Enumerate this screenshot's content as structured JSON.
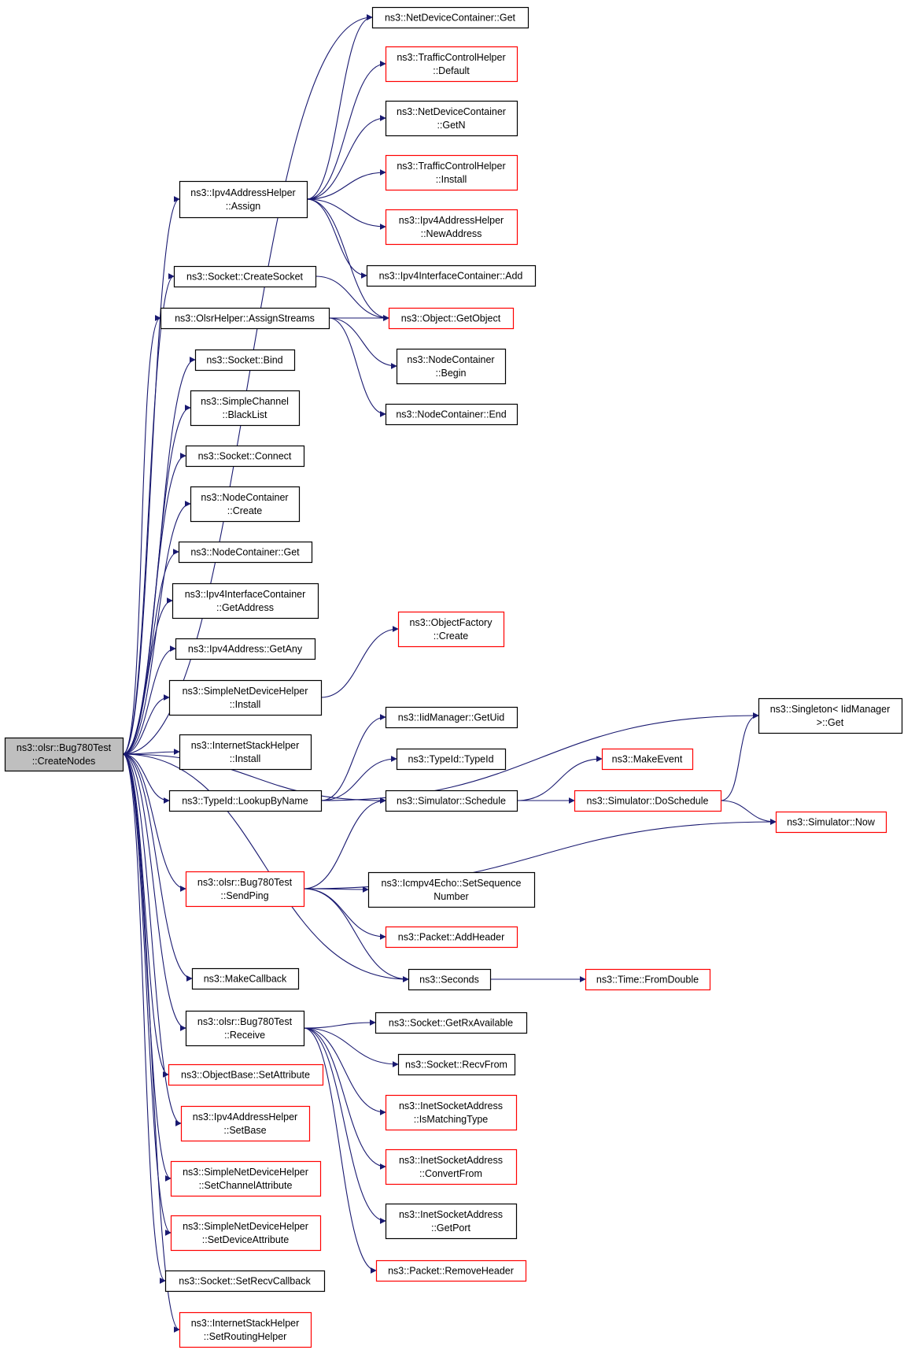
{
  "colors": {
    "edge": "#191970",
    "node_border_default": "#000000",
    "node_border_truncated": "#ff0000",
    "root_fill": "#bfbfbf",
    "background": "#ffffff"
  },
  "root": {
    "id": "root",
    "lines": [
      "ns3::olsr::Bug780Test",
      "::CreateNodes"
    ]
  },
  "nodes": [
    {
      "id": "ndc_get",
      "lines": [
        "ns3::NetDeviceContainer::Get"
      ],
      "truncated": false
    },
    {
      "id": "tch_default",
      "lines": [
        "ns3::TrafficControlHelper",
        "::Default"
      ],
      "truncated": true
    },
    {
      "id": "ndc_getn",
      "lines": [
        "ns3::NetDeviceContainer",
        "::GetN"
      ],
      "truncated": false
    },
    {
      "id": "tch_install",
      "lines": [
        "ns3::TrafficControlHelper",
        "::Install"
      ],
      "truncated": true
    },
    {
      "id": "ipv4ah_assign",
      "lines": [
        "ns3::Ipv4AddressHelper",
        "::Assign"
      ],
      "truncated": false
    },
    {
      "id": "ipv4ah_newaddr",
      "lines": [
        "ns3::Ipv4AddressHelper",
        "::NewAddress"
      ],
      "truncated": true
    },
    {
      "id": "ipv4ic_add",
      "lines": [
        "ns3::Ipv4InterfaceContainer::Add"
      ],
      "truncated": false
    },
    {
      "id": "socket_create",
      "lines": [
        "ns3::Socket::CreateSocket"
      ],
      "truncated": false
    },
    {
      "id": "olsr_assign",
      "lines": [
        "ns3::OlsrHelper::AssignStreams"
      ],
      "truncated": false
    },
    {
      "id": "object_getobject",
      "lines": [
        "ns3::Object::GetObject"
      ],
      "truncated": true
    },
    {
      "id": "nc_begin",
      "lines": [
        "ns3::NodeContainer",
        "::Begin"
      ],
      "truncated": false
    },
    {
      "id": "socket_bind",
      "lines": [
        "ns3::Socket::Bind"
      ],
      "truncated": false
    },
    {
      "id": "nc_end",
      "lines": [
        "ns3::NodeContainer::End"
      ],
      "truncated": false
    },
    {
      "id": "sc_blacklist",
      "lines": [
        "ns3::SimpleChannel",
        "::BlackList"
      ],
      "truncated": false
    },
    {
      "id": "socket_connect",
      "lines": [
        "ns3::Socket::Connect"
      ],
      "truncated": false
    },
    {
      "id": "nc_create",
      "lines": [
        "ns3::NodeContainer",
        "::Create"
      ],
      "truncated": false
    },
    {
      "id": "nc_get",
      "lines": [
        "ns3::NodeContainer::Get"
      ],
      "truncated": false
    },
    {
      "id": "ipv4ic_getaddr",
      "lines": [
        "ns3::Ipv4InterfaceContainer",
        "::GetAddress"
      ],
      "truncated": false
    },
    {
      "id": "of_create",
      "lines": [
        "ns3::ObjectFactory",
        "::Create"
      ],
      "truncated": true
    },
    {
      "id": "ipv4a_getany",
      "lines": [
        "ns3::Ipv4Address::GetAny"
      ],
      "truncated": false
    },
    {
      "id": "sndh_install",
      "lines": [
        "ns3::SimpleNetDeviceHelper",
        "::Install"
      ],
      "truncated": false
    },
    {
      "id": "singleton_get",
      "lines": [
        "ns3::Singleton< IidManager",
        ">::Get"
      ],
      "truncated": false
    },
    {
      "id": "iid_getuid",
      "lines": [
        "ns3::IidManager::GetUid"
      ],
      "truncated": false
    },
    {
      "id": "ish_install",
      "lines": [
        "ns3::InternetStackHelper",
        "::Install"
      ],
      "truncated": false
    },
    {
      "id": "typeid_typeid",
      "lines": [
        "ns3::TypeId::TypeId"
      ],
      "truncated": false
    },
    {
      "id": "makeevent",
      "lines": [
        "ns3::MakeEvent"
      ],
      "truncated": true
    },
    {
      "id": "typeid_lookup",
      "lines": [
        "ns3::TypeId::LookupByName"
      ],
      "truncated": false
    },
    {
      "id": "sim_schedule",
      "lines": [
        "ns3::Simulator::Schedule"
      ],
      "truncated": false
    },
    {
      "id": "sim_doschedule",
      "lines": [
        "ns3::Simulator::DoSchedule"
      ],
      "truncated": true
    },
    {
      "id": "sim_now",
      "lines": [
        "ns3::Simulator::Now"
      ],
      "truncated": true
    },
    {
      "id": "bug_sendping",
      "lines": [
        "ns3::olsr::Bug780Test",
        "::SendPing"
      ],
      "truncated": true
    },
    {
      "id": "icmp_setseq",
      "lines": [
        "ns3::Icmpv4Echo::SetSequence",
        "Number"
      ],
      "truncated": false
    },
    {
      "id": "packet_addheader",
      "lines": [
        "ns3::Packet::AddHeader"
      ],
      "truncated": true
    },
    {
      "id": "makecallback",
      "lines": [
        "ns3::MakeCallback"
      ],
      "truncated": false
    },
    {
      "id": "seconds",
      "lines": [
        "ns3::Seconds"
      ],
      "truncated": false
    },
    {
      "id": "time_fromdouble",
      "lines": [
        "ns3::Time::FromDouble"
      ],
      "truncated": true
    },
    {
      "id": "bug_receive",
      "lines": [
        "ns3::olsr::Bug780Test",
        "::Receive"
      ],
      "truncated": false
    },
    {
      "id": "socket_getrx",
      "lines": [
        "ns3::Socket::GetRxAvailable"
      ],
      "truncated": false
    },
    {
      "id": "socket_recvfrom",
      "lines": [
        "ns3::Socket::RecvFrom"
      ],
      "truncated": false
    },
    {
      "id": "ob_setattr",
      "lines": [
        "ns3::ObjectBase::SetAttribute"
      ],
      "truncated": true
    },
    {
      "id": "isa_ismatching",
      "lines": [
        "ns3::InetSocketAddress",
        "::IsMatchingType"
      ],
      "truncated": true
    },
    {
      "id": "ipv4ah_setbase",
      "lines": [
        "ns3::Ipv4AddressHelper",
        "::SetBase"
      ],
      "truncated": true
    },
    {
      "id": "isa_convertfrom",
      "lines": [
        "ns3::InetSocketAddress",
        "::ConvertFrom"
      ],
      "truncated": true
    },
    {
      "id": "sndh_setchan",
      "lines": [
        "ns3::SimpleNetDeviceHelper",
        "::SetChannelAttribute"
      ],
      "truncated": true
    },
    {
      "id": "isa_getport",
      "lines": [
        "ns3::InetSocketAddress",
        "::GetPort"
      ],
      "truncated": false
    },
    {
      "id": "sndh_setdev",
      "lines": [
        "ns3::SimpleNetDeviceHelper",
        "::SetDeviceAttribute"
      ],
      "truncated": true
    },
    {
      "id": "packet_removeheader",
      "lines": [
        "ns3::Packet::RemoveHeader"
      ],
      "truncated": true
    },
    {
      "id": "socket_setrecv",
      "lines": [
        "ns3::Socket::SetRecvCallback"
      ],
      "truncated": false
    },
    {
      "id": "ish_setrouting",
      "lines": [
        "ns3::InternetStackHelper",
        "::SetRoutingHelper"
      ],
      "truncated": true
    }
  ],
  "edges": [
    [
      "root",
      "ndc_get"
    ],
    [
      "root",
      "ipv4ah_assign"
    ],
    [
      "root",
      "socket_create"
    ],
    [
      "root",
      "olsr_assign"
    ],
    [
      "root",
      "socket_bind"
    ],
    [
      "root",
      "sc_blacklist"
    ],
    [
      "root",
      "socket_connect"
    ],
    [
      "root",
      "nc_create"
    ],
    [
      "root",
      "nc_get"
    ],
    [
      "root",
      "ipv4ic_getaddr"
    ],
    [
      "root",
      "ipv4a_getany"
    ],
    [
      "root",
      "sndh_install"
    ],
    [
      "root",
      "ish_install"
    ],
    [
      "root",
      "typeid_lookup"
    ],
    [
      "root",
      "sim_schedule"
    ],
    [
      "root",
      "bug_sendping"
    ],
    [
      "root",
      "makecallback"
    ],
    [
      "root",
      "seconds"
    ],
    [
      "root",
      "bug_receive"
    ],
    [
      "root",
      "ob_setattr"
    ],
    [
      "root",
      "ipv4ah_setbase"
    ],
    [
      "root",
      "sndh_setchan"
    ],
    [
      "root",
      "sndh_setdev"
    ],
    [
      "root",
      "socket_setrecv"
    ],
    [
      "root",
      "ish_setrouting"
    ],
    [
      "ipv4ah_assign",
      "ndc_get"
    ],
    [
      "ipv4ah_assign",
      "tch_default"
    ],
    [
      "ipv4ah_assign",
      "ndc_getn"
    ],
    [
      "ipv4ah_assign",
      "tch_install"
    ],
    [
      "ipv4ah_assign",
      "ipv4ah_newaddr"
    ],
    [
      "ipv4ah_assign",
      "ipv4ic_add"
    ],
    [
      "ipv4ah_assign",
      "object_getobject"
    ],
    [
      "socket_create",
      "object_getobject"
    ],
    [
      "olsr_assign",
      "object_getobject"
    ],
    [
      "olsr_assign",
      "nc_begin"
    ],
    [
      "olsr_assign",
      "nc_end"
    ],
    [
      "sndh_install",
      "of_create"
    ],
    [
      "typeid_lookup",
      "singleton_get"
    ],
    [
      "typeid_lookup",
      "iid_getuid"
    ],
    [
      "typeid_lookup",
      "typeid_typeid"
    ],
    [
      "sim_schedule",
      "makeevent"
    ],
    [
      "sim_schedule",
      "sim_doschedule"
    ],
    [
      "sim_doschedule",
      "singleton_get"
    ],
    [
      "sim_doschedule",
      "sim_now"
    ],
    [
      "bug_sendping",
      "sim_schedule"
    ],
    [
      "bug_sendping",
      "sim_now"
    ],
    [
      "bug_sendping",
      "icmp_setseq"
    ],
    [
      "bug_sendping",
      "packet_addheader"
    ],
    [
      "bug_sendping",
      "seconds"
    ],
    [
      "seconds",
      "time_fromdouble"
    ],
    [
      "bug_receive",
      "socket_getrx"
    ],
    [
      "bug_receive",
      "socket_recvfrom"
    ],
    [
      "bug_receive",
      "isa_ismatching"
    ],
    [
      "bug_receive",
      "isa_convertfrom"
    ],
    [
      "bug_receive",
      "isa_getport"
    ],
    [
      "bug_receive",
      "packet_removeheader"
    ]
  ]
}
